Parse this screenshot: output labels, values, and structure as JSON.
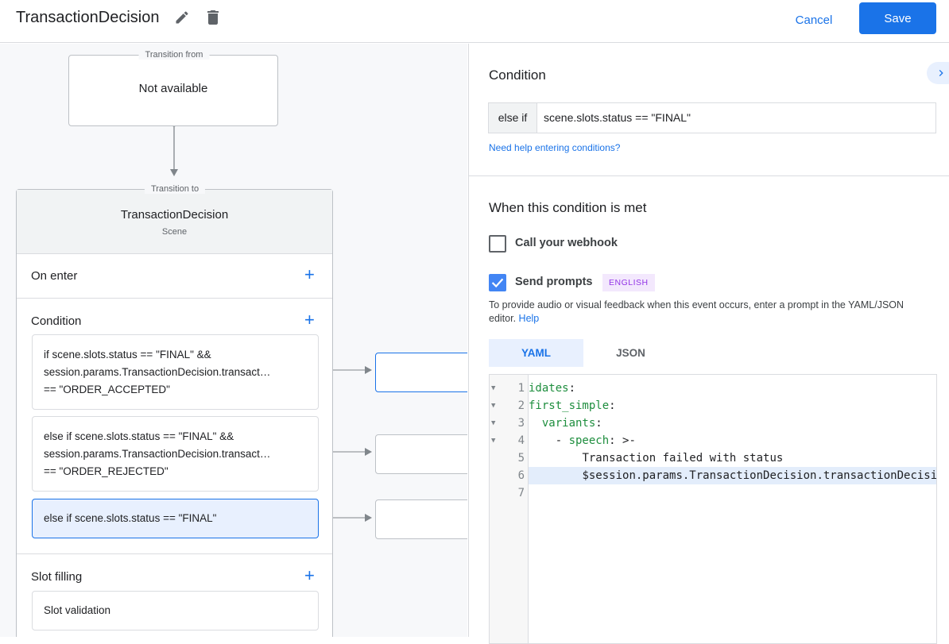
{
  "header": {
    "title": "TransactionDecision",
    "edit_icon": "pencil-icon",
    "delete_icon": "trash-icon",
    "cancel_label": "Cancel",
    "save_label": "Save",
    "accent": "#1a73e8"
  },
  "canvas": {
    "transition_from": {
      "legend": "Transition from",
      "value": "Not available"
    },
    "transition_to": {
      "legend": "Transition to",
      "scene_name": "TransactionDecision",
      "scene_type": "Scene"
    },
    "on_enter": {
      "label": "On enter"
    },
    "condition": {
      "label": "Condition",
      "items": [
        {
          "text": "if scene.slots.status == \"FINAL\" && session.params.TransactionDecision.transact… == \"ORDER_ACCEPTED\"",
          "lines": [
            "if scene.slots.status == \"FINAL\" &&",
            "session.params.TransactionDecision.transact…",
            "== \"ORDER_ACCEPTED\""
          ]
        },
        {
          "text": "else if scene.slots.status == \"FINAL\" && session.params.TransactionDecision.transact… == \"ORDER_REJECTED\"",
          "lines": [
            "else if scene.slots.status == \"FINAL\" &&",
            "session.params.TransactionDecision.transact…",
            "== \"ORDER_REJECTED\""
          ]
        },
        {
          "text": "else if scene.slots.status == \"FINAL\"",
          "selected": true,
          "lines": [
            "else if scene.slots.status == \"FINAL\""
          ]
        }
      ]
    },
    "slot_filling": {
      "label": "Slot filling",
      "validation": "Slot validation"
    }
  },
  "panel": {
    "condition_title": "Condition",
    "condition_prefix": "else if",
    "condition_value": "scene.slots.status == \"FINAL\"",
    "help_link": "Need help entering conditions?",
    "met_title": "When this condition is met",
    "webhook": {
      "label": "Call your webhook",
      "checked": false
    },
    "prompts": {
      "label": "Send prompts",
      "checked": true,
      "badge": "ENGLISH"
    },
    "description": "To provide audio or visual feedback when this event occurs, enter a prompt in the YAML/JSON editor.",
    "description_help": "Help",
    "tabs": [
      {
        "label": "YAML",
        "active": true
      },
      {
        "label": "JSON",
        "active": false
      }
    ],
    "editor": {
      "lines": [
        {
          "n": "1",
          "key": "idates",
          "rest": ":",
          "fold": true
        },
        {
          "n": "2",
          "key": "first_simple",
          "rest": ":",
          "fold": true
        },
        {
          "n": "3",
          "indent": "  ",
          "key": "variants",
          "rest": ":",
          "fold": true
        },
        {
          "n": "4",
          "indent": "    - ",
          "key": "speech",
          "rest": ": >-",
          "fold": true
        },
        {
          "n": "5",
          "indent": "        ",
          "text": "Transaction failed with status"
        },
        {
          "n": "6",
          "indent": "        ",
          "text": "$session.params.TransactionDecision.transactionDecision",
          "highlight": true
        },
        {
          "n": "7",
          "text": ""
        }
      ]
    }
  }
}
